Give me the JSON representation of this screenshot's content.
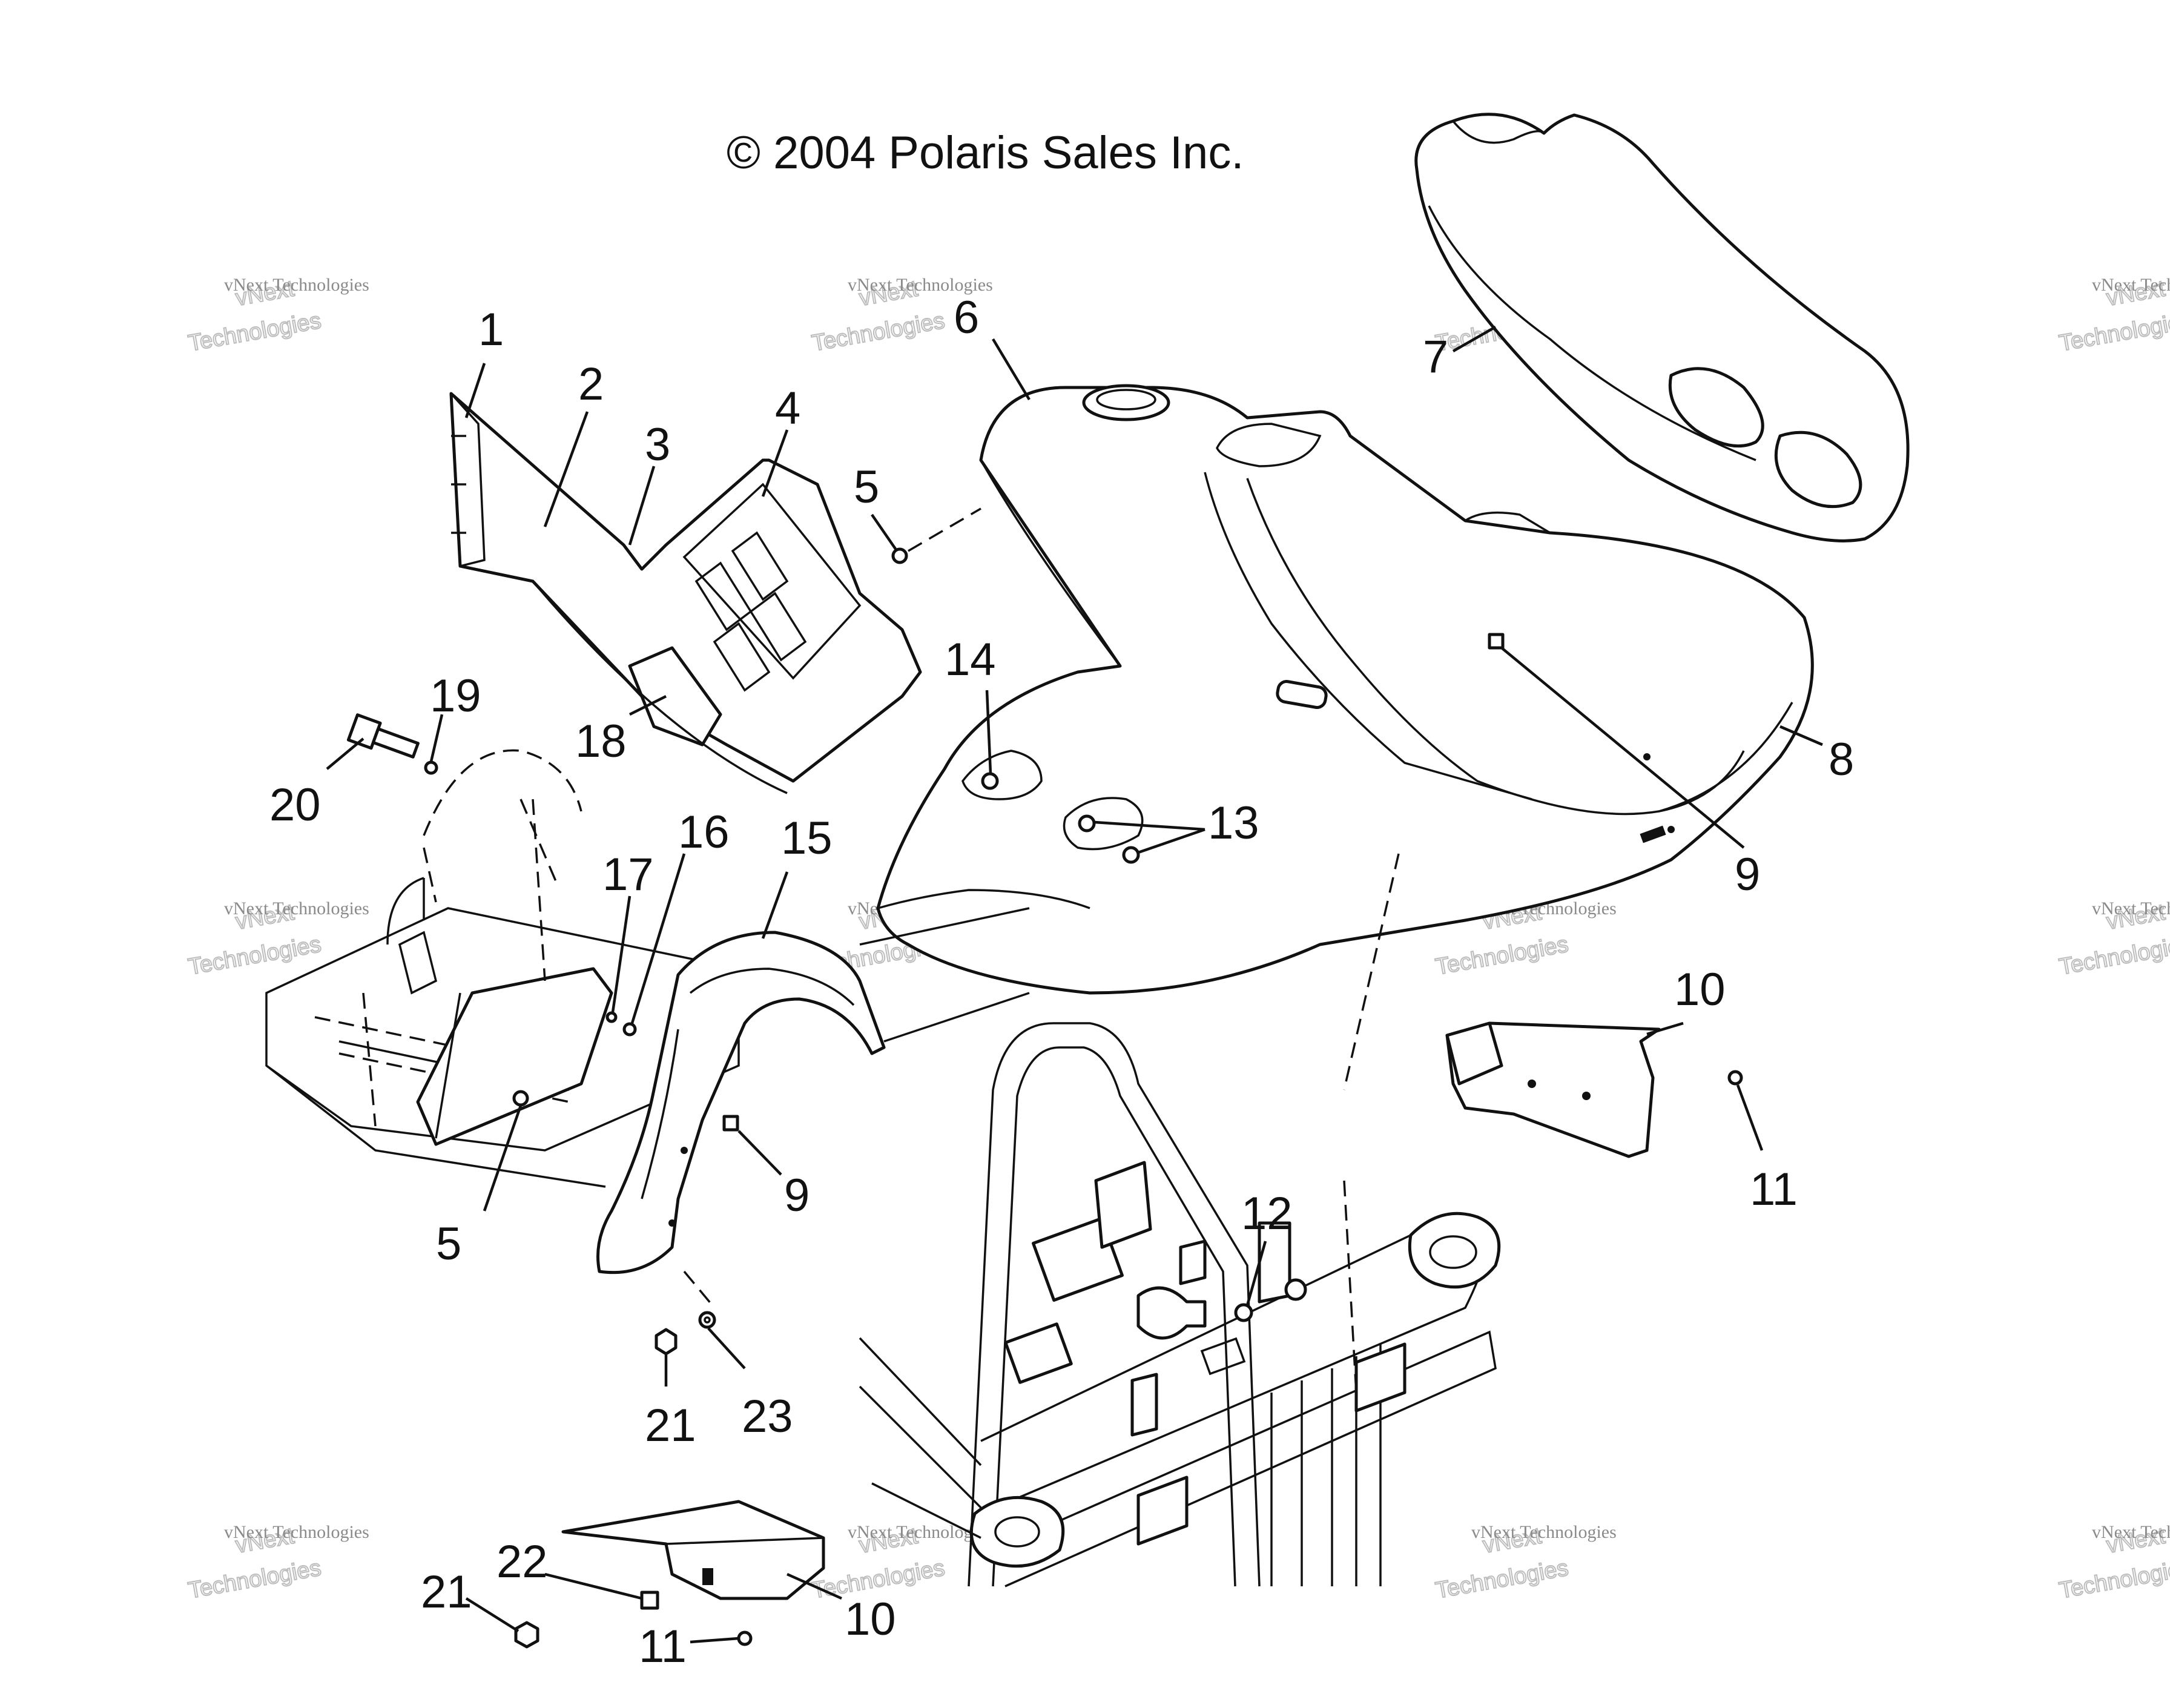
{
  "copyright": "© 2004 Polaris Sales Inc.",
  "watermark": {
    "big_top": "vNext",
    "big_bottom": "Technologies",
    "small": "vNext Technologies"
  },
  "callouts": {
    "c1": "1",
    "c2": "2",
    "c3": "3",
    "c4": "4",
    "c5a": "5",
    "c5b": "5",
    "c6": "6",
    "c7": "7",
    "c8": "8",
    "c9a": "9",
    "c9b": "9",
    "c10a": "10",
    "c10b": "10",
    "c11a": "11",
    "c11b": "11",
    "c12": "12",
    "c13": "13",
    "c14": "14",
    "c15": "15",
    "c16": "16",
    "c17": "17",
    "c18": "18",
    "c19": "19",
    "c20": "20",
    "c21a": "21",
    "c21b": "21",
    "c22": "22",
    "c23": "23"
  },
  "colors": {
    "line": "#111111",
    "watermark": "#bdbdbd",
    "background": "#ffffff"
  }
}
